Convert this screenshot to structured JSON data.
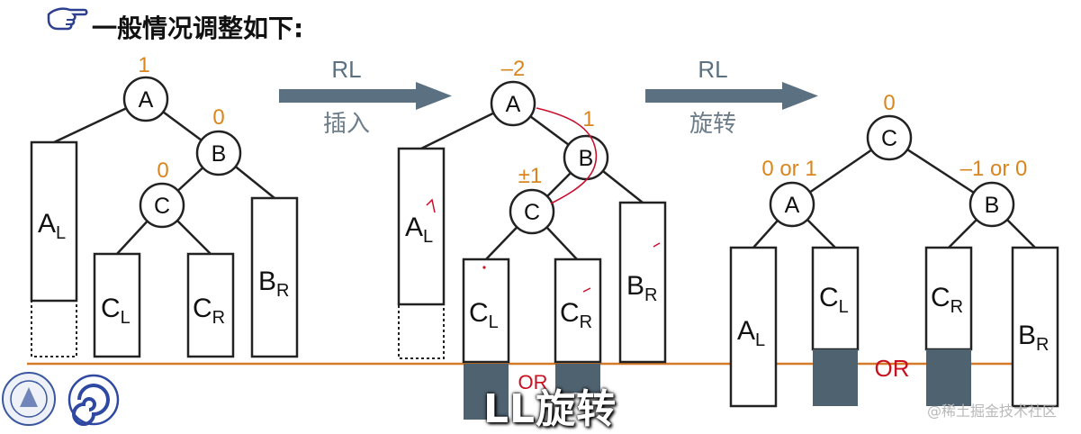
{
  "title": "一般情况调整如下:",
  "subtitle": "LL旋转",
  "watermark": "@稀土掘金技术社区",
  "colors": {
    "balance": "#d9861e",
    "arrow": "#5b7182",
    "baseline": "#d57a28",
    "or_text": "#c8101e",
    "block": "#4f6270",
    "annot": "#c8102e"
  },
  "arrows": [
    {
      "top": "RL",
      "bottom": "插入"
    },
    {
      "top": "RL",
      "bottom": "旋转"
    }
  ],
  "tree1": {
    "nodes": {
      "a": "A",
      "b": "B",
      "c": "C"
    },
    "balance": {
      "a": "1",
      "b": "0",
      "c": "0"
    },
    "subtrees": {
      "al": "A",
      "cl": "C",
      "cr": "C",
      "br": "B"
    },
    "subs": {
      "al": "L",
      "cl": "L",
      "cr": "R",
      "br": "R"
    }
  },
  "tree2": {
    "nodes": {
      "a": "A",
      "b": "B",
      "c": "C"
    },
    "balance": {
      "a": "–2",
      "b": "1",
      "c": "±1"
    },
    "subtrees": {
      "al": "A",
      "cl": "C",
      "cr": "C",
      "br": "B"
    },
    "subs": {
      "al": "L",
      "cl": "L",
      "cr": "R",
      "br": "R"
    },
    "or_label": "OR"
  },
  "tree3": {
    "nodes": {
      "c": "C",
      "a": "A",
      "b": "B"
    },
    "balance": {
      "c": "0",
      "a": "0 or 1",
      "b": "–1 or 0"
    },
    "subtrees": {
      "al": "A",
      "cl": "C",
      "cr": "C",
      "br": "B"
    },
    "subs": {
      "al": "L",
      "cl": "L",
      "cr": "R",
      "br": "R"
    },
    "or_label": "OR"
  }
}
